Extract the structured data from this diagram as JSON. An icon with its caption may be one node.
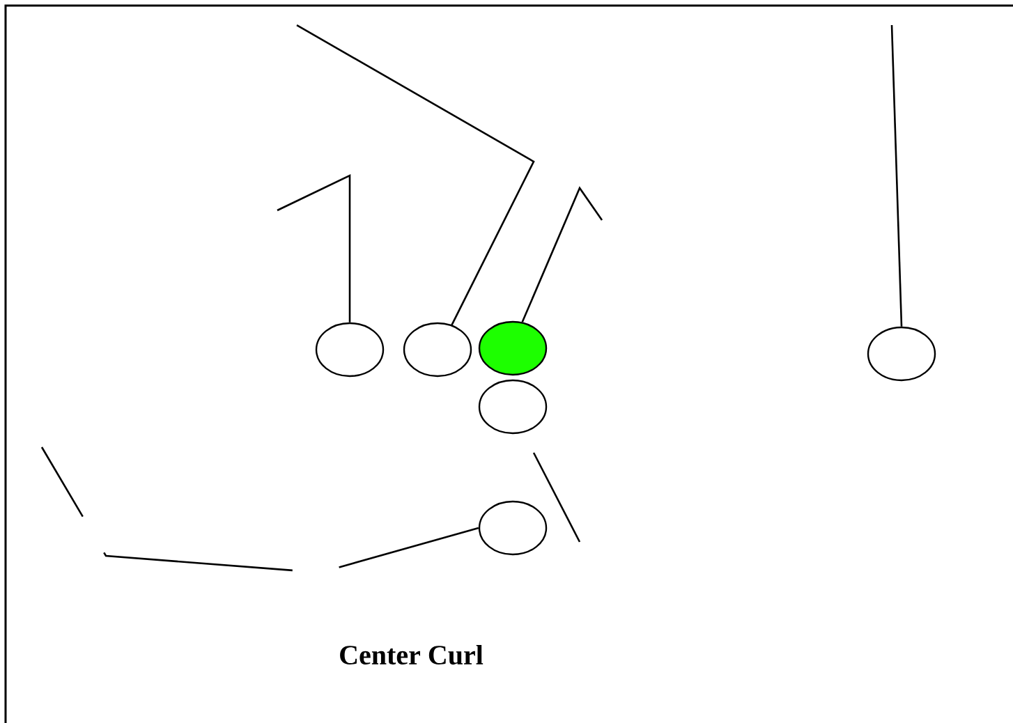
{
  "diagram": {
    "caption": "Center Curl",
    "nodes": [
      {
        "text": [],
        "shape": "circle"
      },
      {
        "text": [],
        "shape": "circle"
      },
      {
        "text": [],
        "shape": "circle"
      },
      {
        "text": [],
        "shape": "circle"
      },
      {
        "text": [],
        "shape": "circle"
      },
      {
        "text": [],
        "shape": "circle"
      }
    ],
    "edges": [
      {
        "from": 0,
        "to": null,
        "arrow": "none"
      },
      {
        "from": 1,
        "to": null,
        "arrow": "none"
      },
      {
        "from": 2,
        "to": null,
        "arrow": "none"
      },
      {
        "from": 4,
        "to": null,
        "arrow": "none",
        "style": "dashed"
      },
      {
        "from": 5,
        "to": null,
        "arrow": "none"
      }
    ]
  }
}
